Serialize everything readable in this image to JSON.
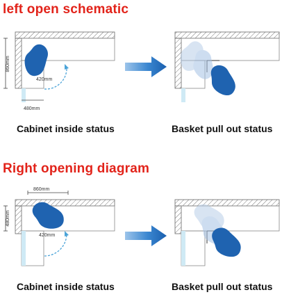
{
  "section_left": {
    "heading": "left open schematic",
    "caption_inside": "Cabinet inside status",
    "caption_pullout": "Basket pull out status",
    "dim_height": "860mm",
    "dim_width": "480mm",
    "dim_swing": "420mm"
  },
  "section_right": {
    "heading": "Right opening diagram",
    "caption_inside": "Cabinet inside status",
    "caption_pullout": "Basket pull out status",
    "dim_width": "860mm",
    "dim_height": "480mm",
    "dim_swing": "420mm"
  },
  "colors": {
    "heading_red": "#e2231a",
    "basket_blue": "#1f63b0",
    "basket_ghost": "#b9cfe9",
    "arrow_blue": "#1d6fbf",
    "door_cyan": "#cfeaf5",
    "swing_dash": "#4aa3d8"
  }
}
